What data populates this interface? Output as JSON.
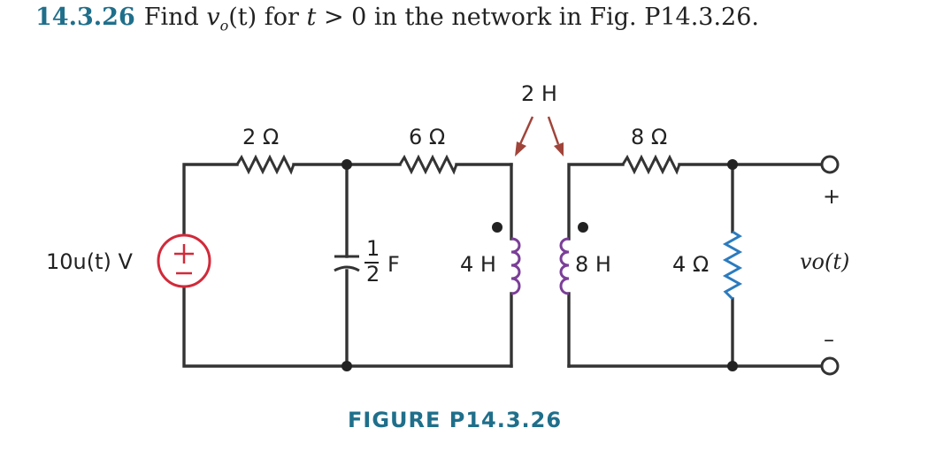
{
  "problem": {
    "number": "14.3.26",
    "text_prefix": "Find ",
    "vo": "v",
    "vo_sub": "o",
    "text_mid": "(t) for ",
    "t": "t",
    "text_suffix": " > 0 in the network in Fig. P14.3.26."
  },
  "circuit": {
    "source_label": "10u(t) V",
    "r1_label": "2 Ω",
    "r2_label": "6 Ω",
    "cap_label_num": "1",
    "cap_label_den": "2",
    "cap_label_unit": "F",
    "l1_label": "4 H",
    "mutual_label": "2 H",
    "l2_label": "8 H",
    "r3_label": "8 Ω",
    "r4_label": "4 Ω",
    "plus_terminal": "+",
    "minus_terminal": "–",
    "output_label": "vo(t)"
  },
  "colors": {
    "title": "#1f6f8b",
    "source": "#d12a3a",
    "inductor": "#7b3f98",
    "resistor_4ohm": "#2b7bbf",
    "arrow": "#a0443a"
  },
  "figure_caption": "FIGURE P14.3.26"
}
